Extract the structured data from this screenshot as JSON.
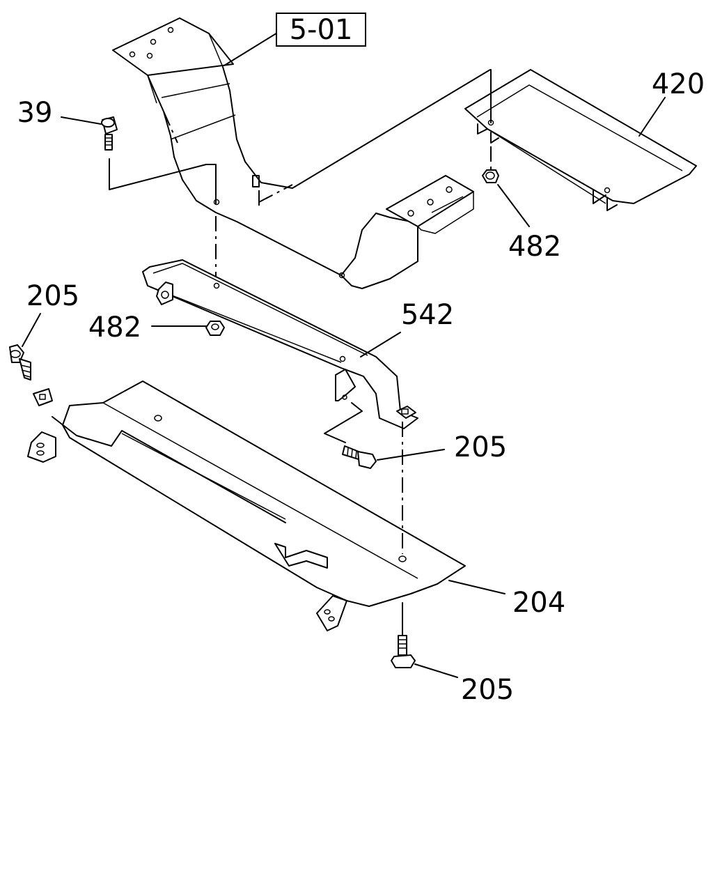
{
  "diagram": {
    "reference_box": "5-01",
    "callouts": {
      "c39": "39",
      "c420": "420",
      "c482_right": "482",
      "c482_left": "482",
      "c205_top_left": "205",
      "c542": "542",
      "c205_mid": "205",
      "c204": "204",
      "c205_bottom": "205"
    },
    "colors": {
      "ink": "#000000",
      "paper": "#ffffff"
    }
  }
}
